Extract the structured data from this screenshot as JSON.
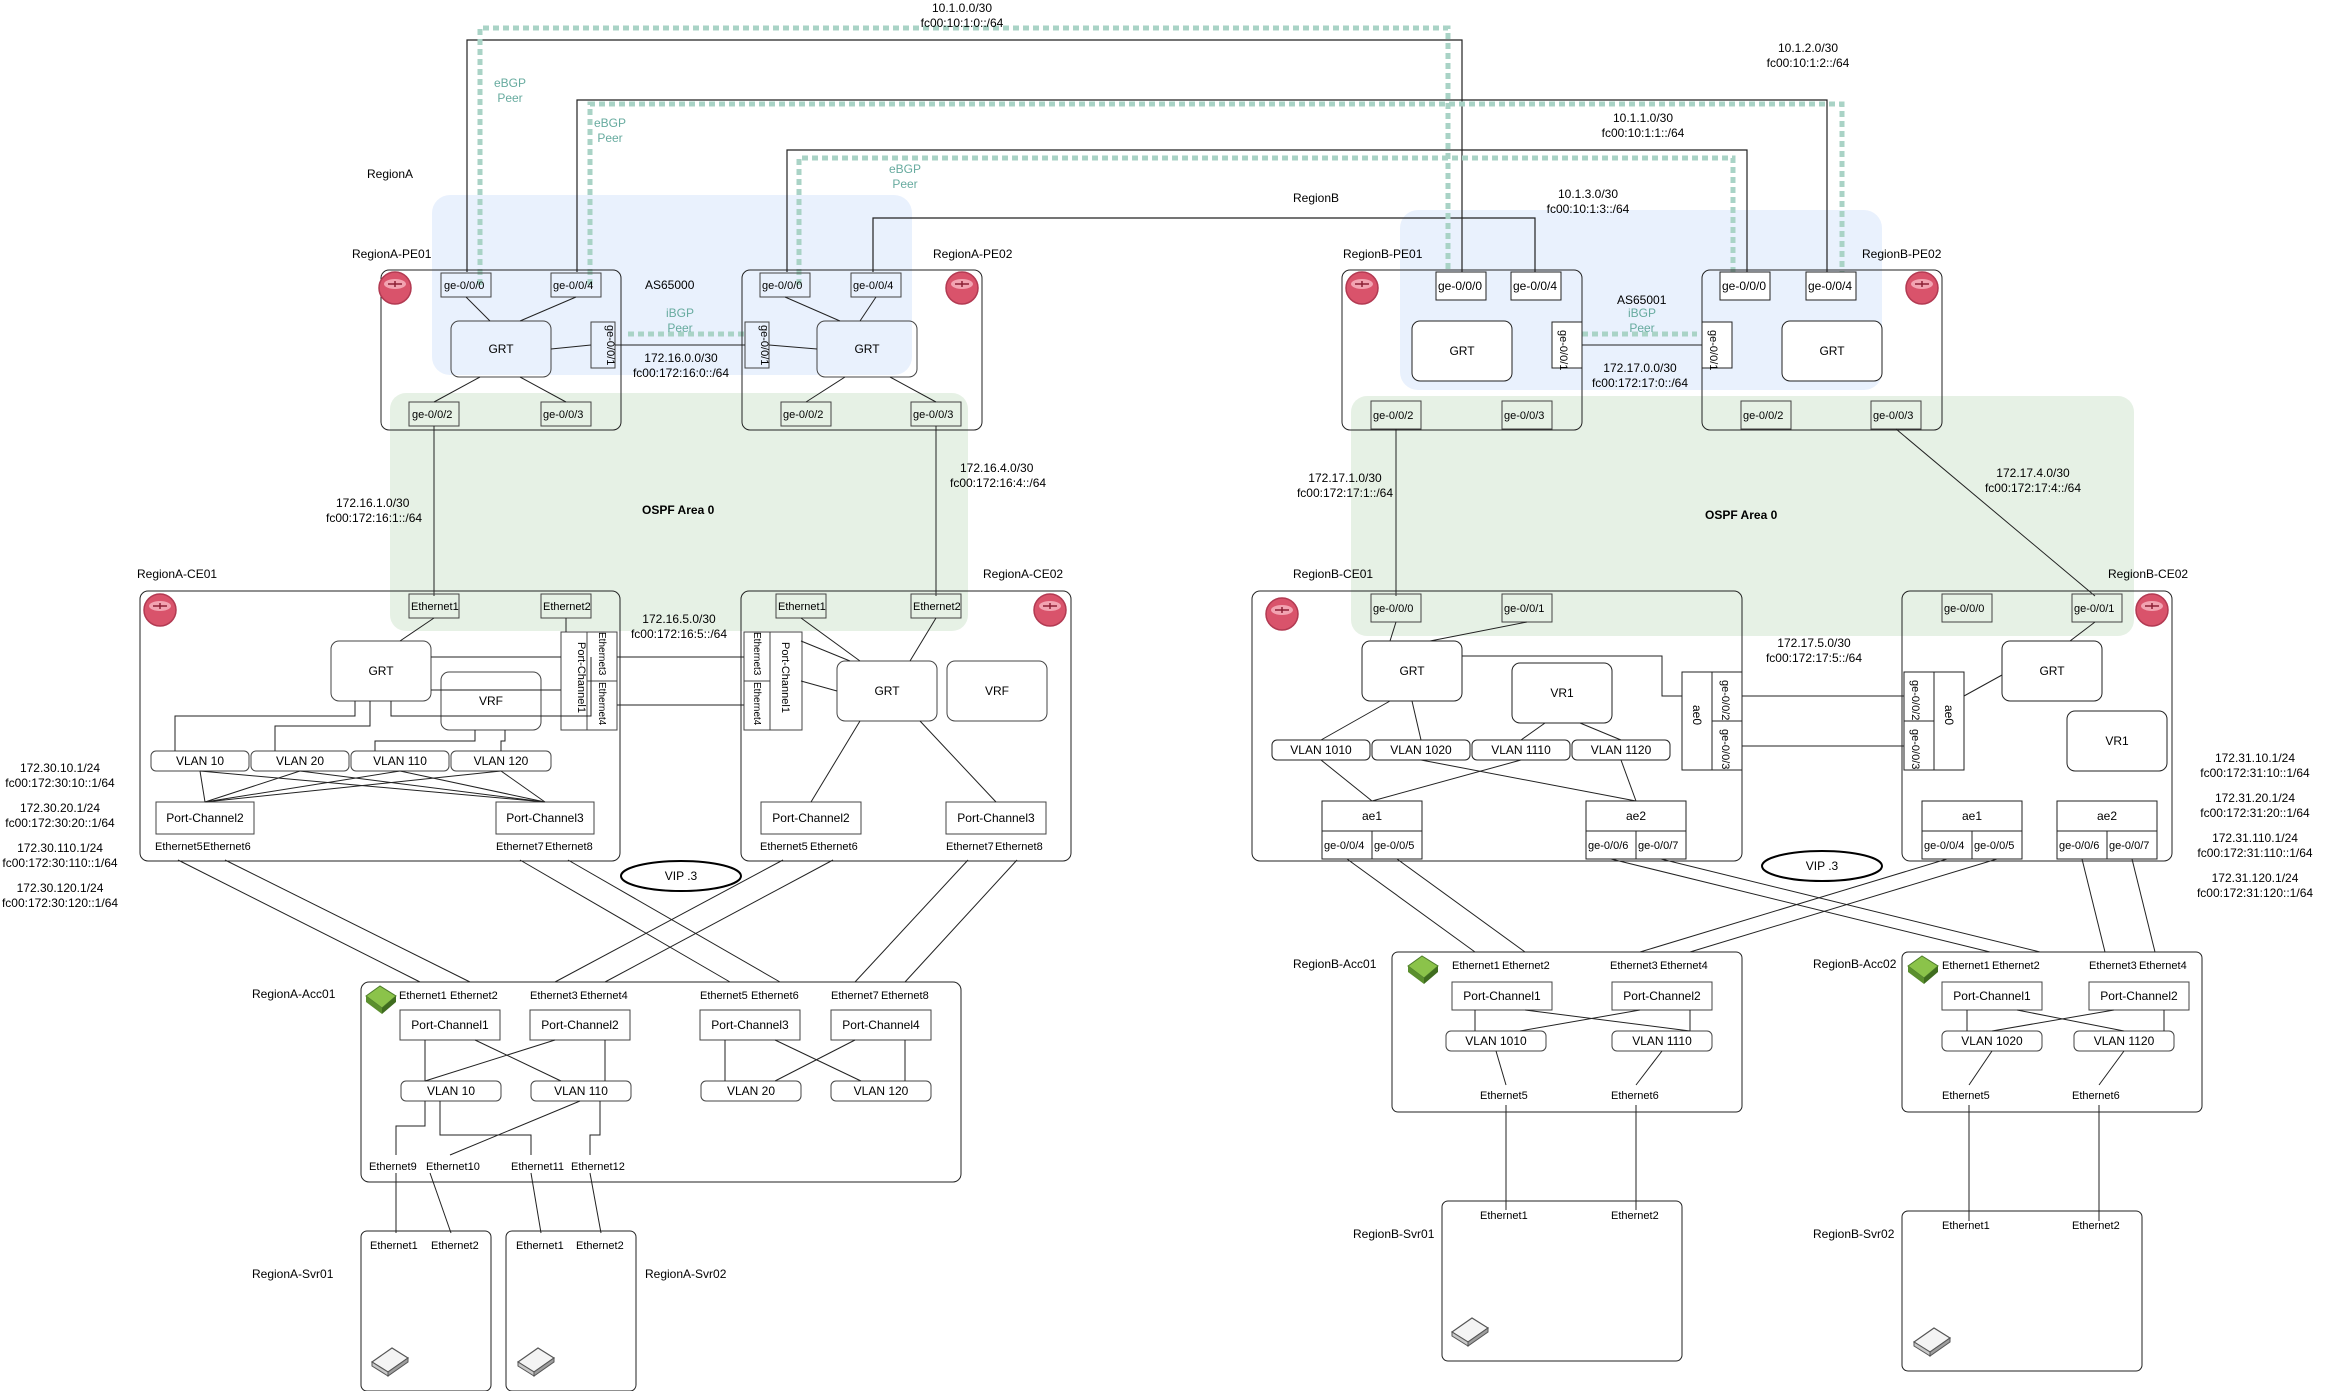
{
  "regions": {
    "a": {
      "label": "RegionA",
      "as": "AS65000",
      "ospf": "OSPF Area 0"
    },
    "b": {
      "label": "RegionB",
      "as": "AS65001",
      "ospf": "OSPF Area 0"
    }
  },
  "peering": {
    "ebgp": [
      "eBGP",
      "Peer"
    ],
    "ibgp": [
      "iBGP",
      "Peer"
    ]
  },
  "wan_links": [
    [
      "10.1.0.0/30",
      "fc00:10:1:0::/64"
    ],
    [
      "10.1.2.0/30",
      "fc00:10:1:2::/64"
    ],
    [
      "10.1.1.0/30",
      "fc00:10:1:1::/64"
    ],
    [
      "10.1.3.0/30",
      "fc00:10:1:3::/64"
    ]
  ],
  "a": {
    "pe01": {
      "name": "RegionA-PE01",
      "ports": [
        "ge-0/0/0",
        "ge-0/0/4",
        "ge-0/0/1",
        "ge-0/0/2",
        "ge-0/0/3"
      ],
      "grt": "GRT"
    },
    "pe02": {
      "name": "RegionA-PE02",
      "ports": [
        "ge-0/0/0",
        "ge-0/0/4",
        "ge-0/0/1",
        "ge-0/0/2",
        "ge-0/0/3"
      ],
      "grt": "GRT"
    },
    "ce01": {
      "name": "RegionA-CE01",
      "grt": "GRT",
      "vrf": "VRF",
      "eth1": "Ethernet1",
      "eth2": "Ethernet2",
      "pc1": "Port-Channel1",
      "eth3": "Ethernet3",
      "eth4": "Ethernet4",
      "vlans": [
        "VLAN 10",
        "VLAN 20",
        "VLAN 110",
        "VLAN 120"
      ],
      "pc2": "Port-Channel2",
      "pc3": "Port-Channel3",
      "eth5": "Ethernet5",
      "eth6": "Ethernet6",
      "eth7": "Ethernet7",
      "eth8": "Ethernet8"
    },
    "ce02": {
      "name": "RegionA-CE02",
      "grt": "GRT",
      "vrf": "VRF",
      "eth1": "Ethernet1",
      "eth2": "Ethernet2",
      "pc1": "Port-Channel1",
      "eth3": "Ethernet3",
      "eth4": "Ethernet4",
      "pc2": "Port-Channel2",
      "pc3": "Port-Channel3",
      "eth5": "Ethernet5",
      "eth6": "Ethernet6",
      "eth7": "Ethernet7",
      "eth8": "Ethernet8"
    },
    "links": {
      "pe_pe": [
        "172.16.0.0/30",
        "fc00:172:16:0::/64"
      ],
      "pe01_ce01": [
        "172.16.1.0/30",
        "fc00:172:16:1::/64"
      ],
      "pe02_ce02": [
        "172.16.4.0/30",
        "fc00:172:16:4::/64"
      ],
      "ce_ce": [
        "172.16.5.0/30",
        "fc00:172:16:5::/64"
      ]
    },
    "vip": "VIP .3",
    "subnets": [
      [
        "172.30.10.1/24",
        "fc00:172:30:10::1/64"
      ],
      [
        "172.30.20.1/24",
        "fc00:172:30:20::1/64"
      ],
      [
        "172.30.110.1/24",
        "fc00:172:30:110::1/64"
      ],
      [
        "172.30.120.1/24",
        "fc00:172:30:120::1/64"
      ]
    ],
    "acc01": {
      "name": "RegionA-Acc01",
      "eth": [
        "Ethernet1",
        "Ethernet2",
        "Ethernet3",
        "Ethernet4",
        "Ethernet5",
        "Ethernet6",
        "Ethernet7",
        "Ethernet8"
      ],
      "pcs": [
        "Port-Channel1",
        "Port-Channel2",
        "Port-Channel3",
        "Port-Channel4"
      ],
      "vlans": [
        "VLAN 10",
        "VLAN 110",
        "VLAN 20",
        "VLAN 120"
      ],
      "down": [
        "Ethernet9",
        "Ethernet10",
        "Ethernet11",
        "Ethernet12"
      ]
    },
    "svr01": {
      "name": "RegionA-Svr01",
      "eth": [
        "Ethernet1",
        "Ethernet2"
      ]
    },
    "svr02": {
      "name": "RegionA-Svr02",
      "eth": [
        "Ethernet1",
        "Ethernet2"
      ]
    }
  },
  "b": {
    "pe01": {
      "name": "RegionB-PE01",
      "ports": [
        "ge-0/0/0",
        "ge-0/0/4",
        "ge-0/0/1",
        "ge-0/0/2",
        "ge-0/0/3"
      ],
      "grt": "GRT"
    },
    "pe02": {
      "name": "RegionB-PE02",
      "ports": [
        "ge-0/0/0",
        "ge-0/0/4",
        "ge-0/0/1",
        "ge-0/0/2",
        "ge-0/0/3"
      ],
      "grt": "GRT"
    },
    "ce01": {
      "name": "RegionB-CE01",
      "grt": "GRT",
      "vr": "VR1",
      "ports": [
        "ge-0/0/0",
        "ge-0/0/1",
        "ge-0/0/2",
        "ge-0/0/3",
        "ge-0/0/4",
        "ge-0/0/5",
        "ge-0/0/6",
        "ge-0/0/7"
      ],
      "ae": [
        "ae0",
        "ae1",
        "ae2"
      ],
      "vlans": [
        "VLAN 1010",
        "VLAN 1020",
        "VLAN 1110",
        "VLAN 1120"
      ]
    },
    "ce02": {
      "name": "RegionB-CE02",
      "grt": "GRT",
      "vr": "VR1",
      "ports": [
        "ge-0/0/0",
        "ge-0/0/1",
        "ge-0/0/2",
        "ge-0/0/3",
        "ge-0/0/4",
        "ge-0/0/5",
        "ge-0/0/6",
        "ge-0/0/7"
      ],
      "ae": [
        "ae0",
        "ae1",
        "ae2"
      ]
    },
    "links": {
      "pe_pe": [
        "172.17.0.0/30",
        "fc00:172:17:0::/64"
      ],
      "pe01_ce01": [
        "172.17.1.0/30",
        "fc00:172:17:1::/64"
      ],
      "pe02_ce02": [
        "172.17.4.0/30",
        "fc00:172:17:4::/64"
      ],
      "ce_ce": [
        "172.17.5.0/30",
        "fc00:172:17:5::/64"
      ]
    },
    "vip": "VIP .3",
    "subnets": [
      [
        "172.31.10.1/24",
        "fc00:172:31:10::1/64"
      ],
      [
        "172.31.20.1/24",
        "fc00:172:31:20::1/64"
      ],
      [
        "172.31.110.1/24",
        "fc00:172:31:110::1/64"
      ],
      [
        "172.31.120.1/24",
        "fc00:172:31:120::1/64"
      ]
    ],
    "acc01": {
      "name": "RegionB-Acc01",
      "eth": [
        "Ethernet1",
        "Ethernet2",
        "Ethernet3",
        "Ethernet4",
        "Ethernet5",
        "Ethernet6"
      ],
      "pcs": [
        "Port-Channel1",
        "Port-Channel2"
      ],
      "vlans": [
        "VLAN 1010",
        "VLAN 1110"
      ]
    },
    "acc02": {
      "name": "RegionB-Acc02",
      "eth": [
        "Ethernet1",
        "Ethernet2",
        "Ethernet3",
        "Ethernet4",
        "Ethernet5",
        "Ethernet6"
      ],
      "pcs": [
        "Port-Channel1",
        "Port-Channel2"
      ],
      "vlans": [
        "VLAN 1020",
        "VLAN 1120"
      ]
    },
    "svr01": {
      "name": "RegionB-Svr01",
      "eth": [
        "Ethernet1",
        "Ethernet2"
      ]
    },
    "svr02": {
      "name": "RegionB-Svr02",
      "eth": [
        "Ethernet1",
        "Ethernet2"
      ]
    }
  },
  "colors": {
    "bgp_area": "#dae8fc",
    "ospf_area": "#d5e8d4",
    "bgp_dash": "#a9d3c6",
    "line": "#222222",
    "router": "#d9536b",
    "switch": "#6aa84f"
  }
}
